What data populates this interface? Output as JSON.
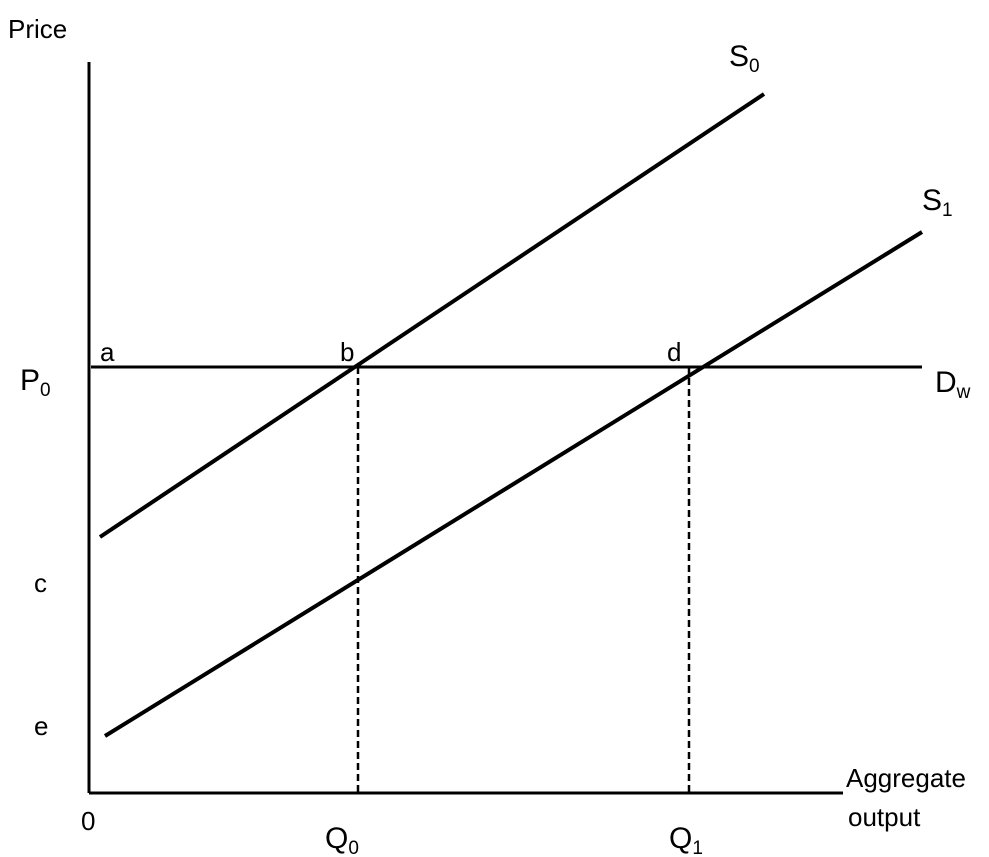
{
  "axes": {
    "y_label": "Price",
    "x_label_line1": "Aggregate",
    "x_label_line2": "output",
    "origin_label": "0"
  },
  "curves": {
    "s0": {
      "main": "S",
      "sub": "0"
    },
    "s1": {
      "main": "S",
      "sub": "1"
    },
    "dw": {
      "main": "D",
      "sub": "w"
    }
  },
  "price_levels": {
    "p0": {
      "main": "P",
      "sub": "0"
    },
    "c": "c",
    "e": "e"
  },
  "quantities": {
    "q0": {
      "main": "Q",
      "sub": "0"
    },
    "q1": {
      "main": "Q",
      "sub": "1"
    }
  },
  "points": {
    "a": "a",
    "b": "b",
    "d": "d"
  },
  "colors": {
    "line": "#000000",
    "background": "#ffffff"
  }
}
